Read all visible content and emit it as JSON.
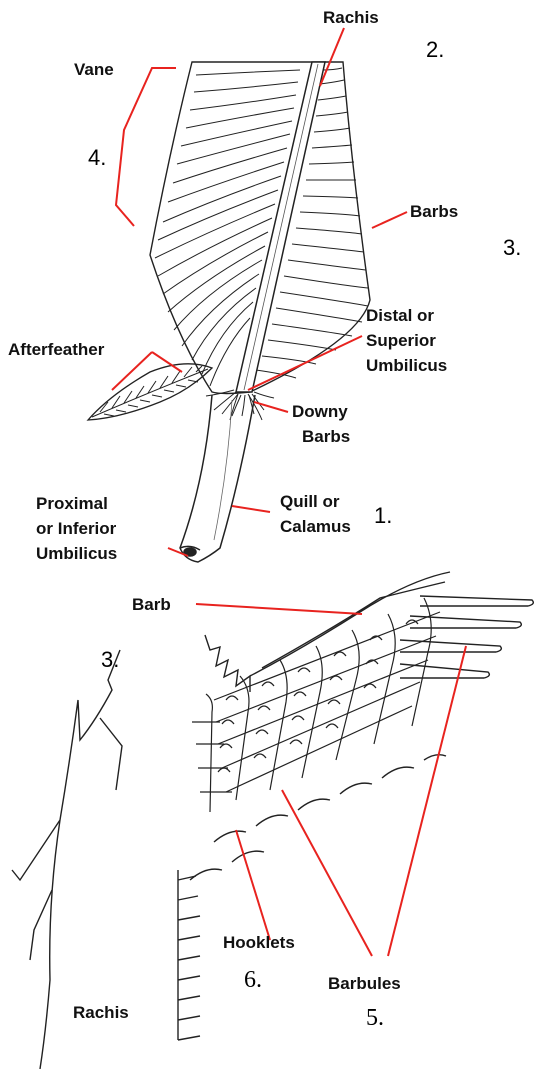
{
  "colors": {
    "leader": "#e8231f",
    "ink": "#222222",
    "background": "#ffffff"
  },
  "labels": {
    "rachis_top": "Rachis",
    "vane": "Vane",
    "barbs": "Barbs",
    "distal_umbilicus": [
      "Distal or",
      "Superior",
      "Umbilicus"
    ],
    "afterfeather": "Afterfeather",
    "downy_barbs": [
      "Downy",
      "Barbs"
    ],
    "proximal_umbilicus": [
      "Proximal",
      "or Inferior",
      "Umbilicus"
    ],
    "quill": [
      "Quill or",
      "Calamus"
    ],
    "barb": "Barb",
    "hooklets": "Hooklets",
    "barbules": "Barbules",
    "rachis_bottom": "Rachis"
  },
  "numbers": {
    "n1": "1.",
    "n2": "2.",
    "n3_top": "3.",
    "n3_bottom": "3.",
    "n4": "4.",
    "n5": "5.",
    "n6": "6."
  }
}
